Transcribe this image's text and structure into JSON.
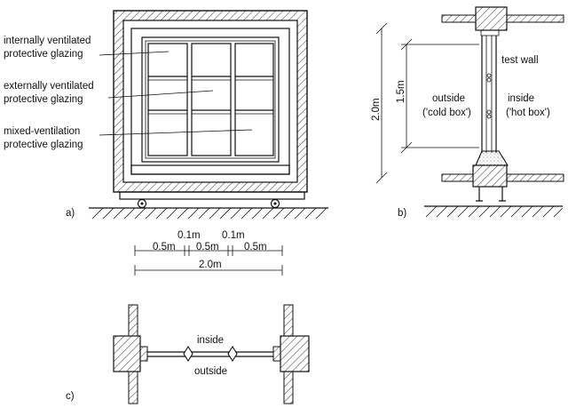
{
  "panels": {
    "a": {
      "label": "a)",
      "glazing": [
        {
          "line1": "internally ventilated",
          "line2": "protective glazing"
        },
        {
          "line1": "externally ventilated",
          "line2": "protective glazing"
        },
        {
          "line1": "mixed-ventilation",
          "line2": "protective glazing"
        }
      ]
    },
    "b": {
      "label": "b)",
      "test_wall": "test wall",
      "outside": "outside",
      "outside_sub": "('cold box')",
      "inside": "inside",
      "inside_sub": "('hot box')",
      "dim_total": "2.0m",
      "dim_window": "1.5m"
    },
    "c": {
      "label": "c)",
      "inside": "inside",
      "outside": "outside",
      "dims": {
        "gap_left": "0.1m",
        "gap_right": "0.1m",
        "pane_1": "0.5m",
        "pane_2": "0.5m",
        "pane_3": "0.5m",
        "total": "2.0m"
      }
    }
  }
}
